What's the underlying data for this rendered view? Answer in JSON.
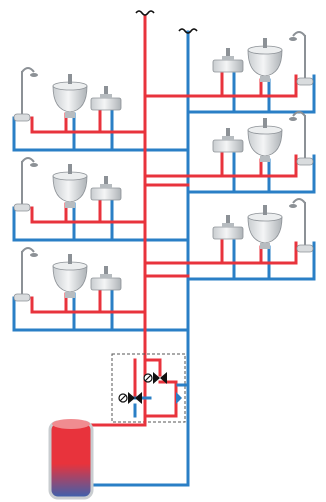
{
  "diagram": {
    "kind": "domestic hot water circulation schematic",
    "colors": {
      "hot": "#e8333c",
      "cold": "#2a7fc6",
      "fixture": "#d9dcde",
      "fixture_dark": "#8c9196",
      "valve": "#111111",
      "dashed_box": "#555555",
      "tank_top": "#e8333c",
      "tank_bottom": "#3a62b0"
    },
    "floors": [
      {
        "left": [
          "shower",
          "washbasin",
          "bidet"
        ],
        "right": [
          "bidet",
          "washbasin",
          "shower"
        ]
      },
      {
        "left": [
          "shower",
          "washbasin",
          "bidet"
        ],
        "right": [
          "bidet",
          "washbasin",
          "shower"
        ]
      },
      {
        "left": [
          "shower",
          "washbasin",
          "bidet"
        ],
        "right": [
          "bidet",
          "washbasin",
          "shower"
        ]
      }
    ],
    "risers": [
      "hot-water-riser",
      "circulation-riser"
    ],
    "vent_symbols": 2,
    "mixing_group": {
      "valves": 2,
      "pump": 1
    },
    "storage_tank": {
      "label": ""
    }
  }
}
